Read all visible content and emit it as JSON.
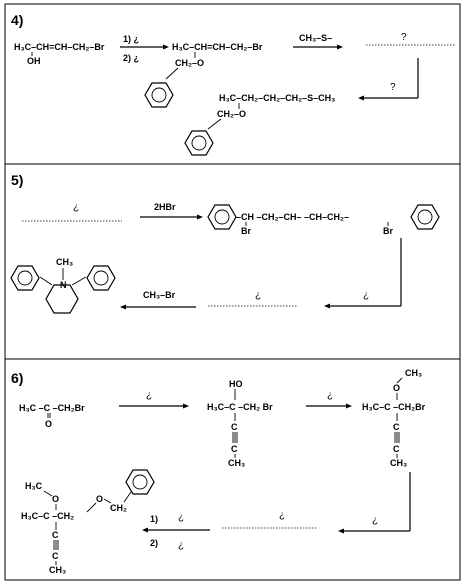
{
  "problems": [
    {
      "number": "4)",
      "start": {
        "l1": "H₃C–CH=CH–CH₂–Br",
        "l2": "OH"
      },
      "step1": "1)  ¿",
      "step2": "2)  ¿",
      "product": {
        "l1": "H₃C–CH=CH–CH₂–Br",
        "l2": "CH₂–O"
      },
      "reagent": "CH₃–S–",
      "unknown1": "?",
      "unknown2": "?",
      "final": {
        "l1": "H₃C–CH₂–CH₂–CH₂–S–CH₃",
        "l2": "CH₂–O"
      }
    },
    {
      "number": "5)",
      "unknown_top": "¿",
      "reagent": "2HBr",
      "product": {
        "l1": "–CH –CH₂–CH– –CH–CH₂–",
        "br1": "Br",
        "br2": "Br"
      },
      "amine": {
        "ch3": "CH₃",
        "n": "N"
      },
      "reagent2": "CH₃–Br",
      "unknown_mid": "¿",
      "unknown_right": "¿"
    },
    {
      "number": "6)",
      "start": {
        "l1": "H₃C –C –CH₂Br",
        "o": "O"
      },
      "unknown1": "¿",
      "mid": {
        "ho": "HO",
        "l1": "H₃C–C –CH₂ Br",
        "c": "C",
        "ch3": "CH₃"
      },
      "unknown2": "¿",
      "ether": {
        "ch3": "CH₃",
        "o": "O",
        "l1": "H₃C–C –CH₂Br",
        "c": "C",
        "ch3b": "CH₃"
      },
      "final": {
        "h3c": "H₃C",
        "o": "O",
        "l1": "H₃C–C –CH₂",
        "o2": "O",
        "ch2": "CH₂",
        "c": "C",
        "ch3": "CH₃"
      },
      "step1": "1)",
      "step2": "2)",
      "q1": "¿",
      "q2": "¿",
      "q_dots": "¿",
      "q_right": "¿"
    }
  ]
}
